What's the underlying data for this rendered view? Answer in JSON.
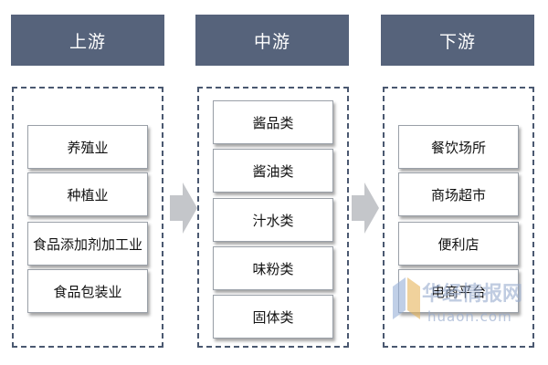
{
  "stages": [
    {
      "header": "上游",
      "items": [
        "养殖业",
        "种植业",
        "食品添加剂加工业",
        "食品包装业"
      ]
    },
    {
      "header": "中游",
      "items": [
        "酱品类",
        "酱油类",
        "汁水类",
        "味粉类",
        "固体类"
      ]
    },
    {
      "header": "下游",
      "items": [
        "餐饮场所",
        "商场超市",
        "便利店",
        "电商平台"
      ]
    }
  ],
  "watermark": {
    "name": "华经情报网",
    "url": "huaon.com"
  }
}
